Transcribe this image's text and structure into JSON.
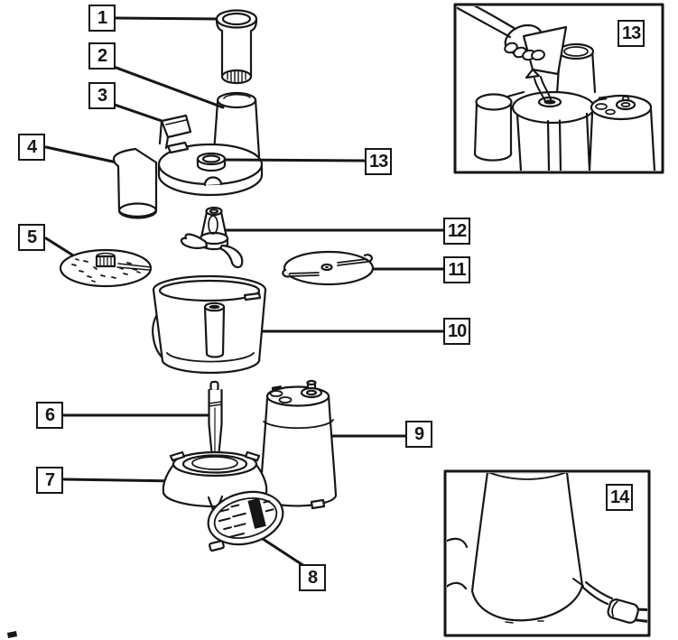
{
  "page": {
    "kind": "exploded-parts-diagram"
  },
  "colors": {
    "ink": "#161616",
    "paper": "#ffffff"
  },
  "callouts": [
    {
      "label": "1",
      "part": "food-pusher"
    },
    {
      "label": "2",
      "part": "feed-tube"
    },
    {
      "label": "3",
      "part": "latch-clip"
    },
    {
      "label": "4",
      "part": "lid-with-chute"
    },
    {
      "label": "5",
      "part": "shredding-disc"
    },
    {
      "label": "6",
      "part": "drive-shaft"
    },
    {
      "label": "7",
      "part": "bowl-base-adapter"
    },
    {
      "label": "8",
      "part": "rating-label-cap"
    },
    {
      "label": "9",
      "part": "motor-housing"
    },
    {
      "label": "10",
      "part": "work-bowl"
    },
    {
      "label": "11",
      "part": "slicing-disc"
    },
    {
      "label": "12",
      "part": "chopping-blade"
    },
    {
      "label": "13",
      "part": "lid-center-opening"
    }
  ],
  "insets": [
    {
      "label": "13",
      "scene": "pouring-liquid-into-lid-opening"
    },
    {
      "label": "14",
      "scene": "power-cord-and-plug-at-base"
    }
  ]
}
